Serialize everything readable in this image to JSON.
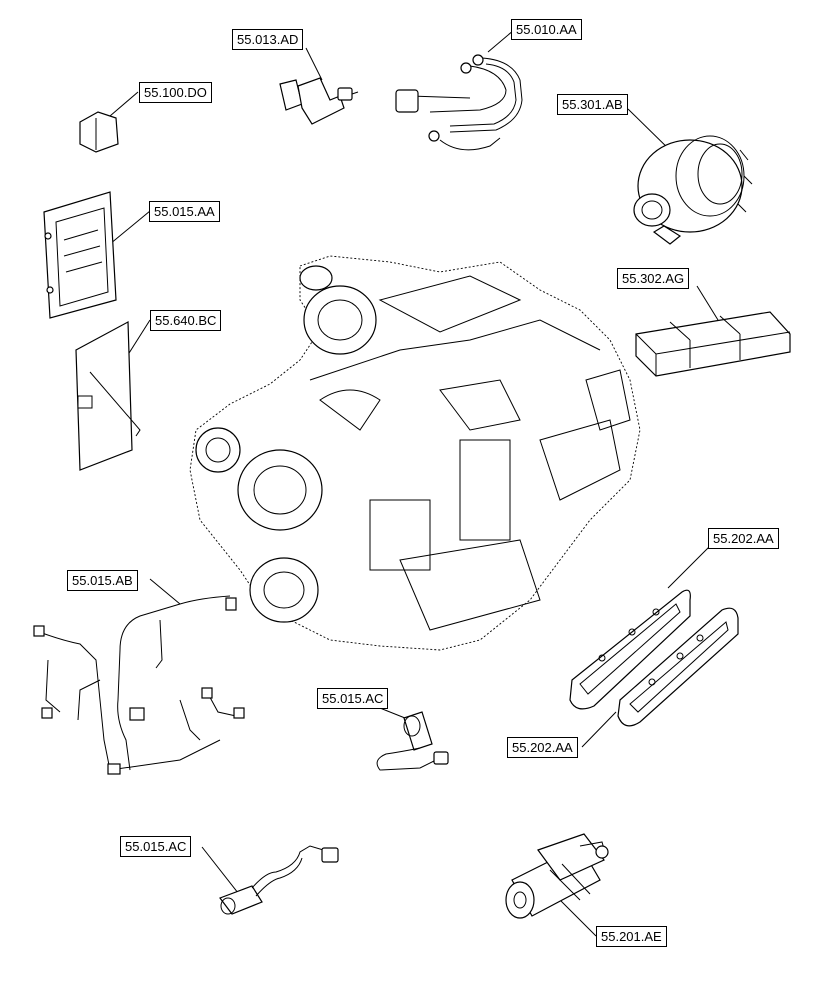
{
  "callouts": {
    "c1": "55.013.AD",
    "c2": "55.010.AA",
    "c3": "55.100.DO",
    "c4": "55.301.AB",
    "c5": "55.015.AA",
    "c6": "55.302.AG",
    "c7": "55.640.BC",
    "c8": "55.202.AA",
    "c9": "55.015.AB",
    "c10": "55.015.AC",
    "c11": "55.202.AA",
    "c12": "55.015.AC",
    "c13": "55.201.AE"
  },
  "colors": {
    "line": "#000000",
    "background": "#ffffff"
  }
}
